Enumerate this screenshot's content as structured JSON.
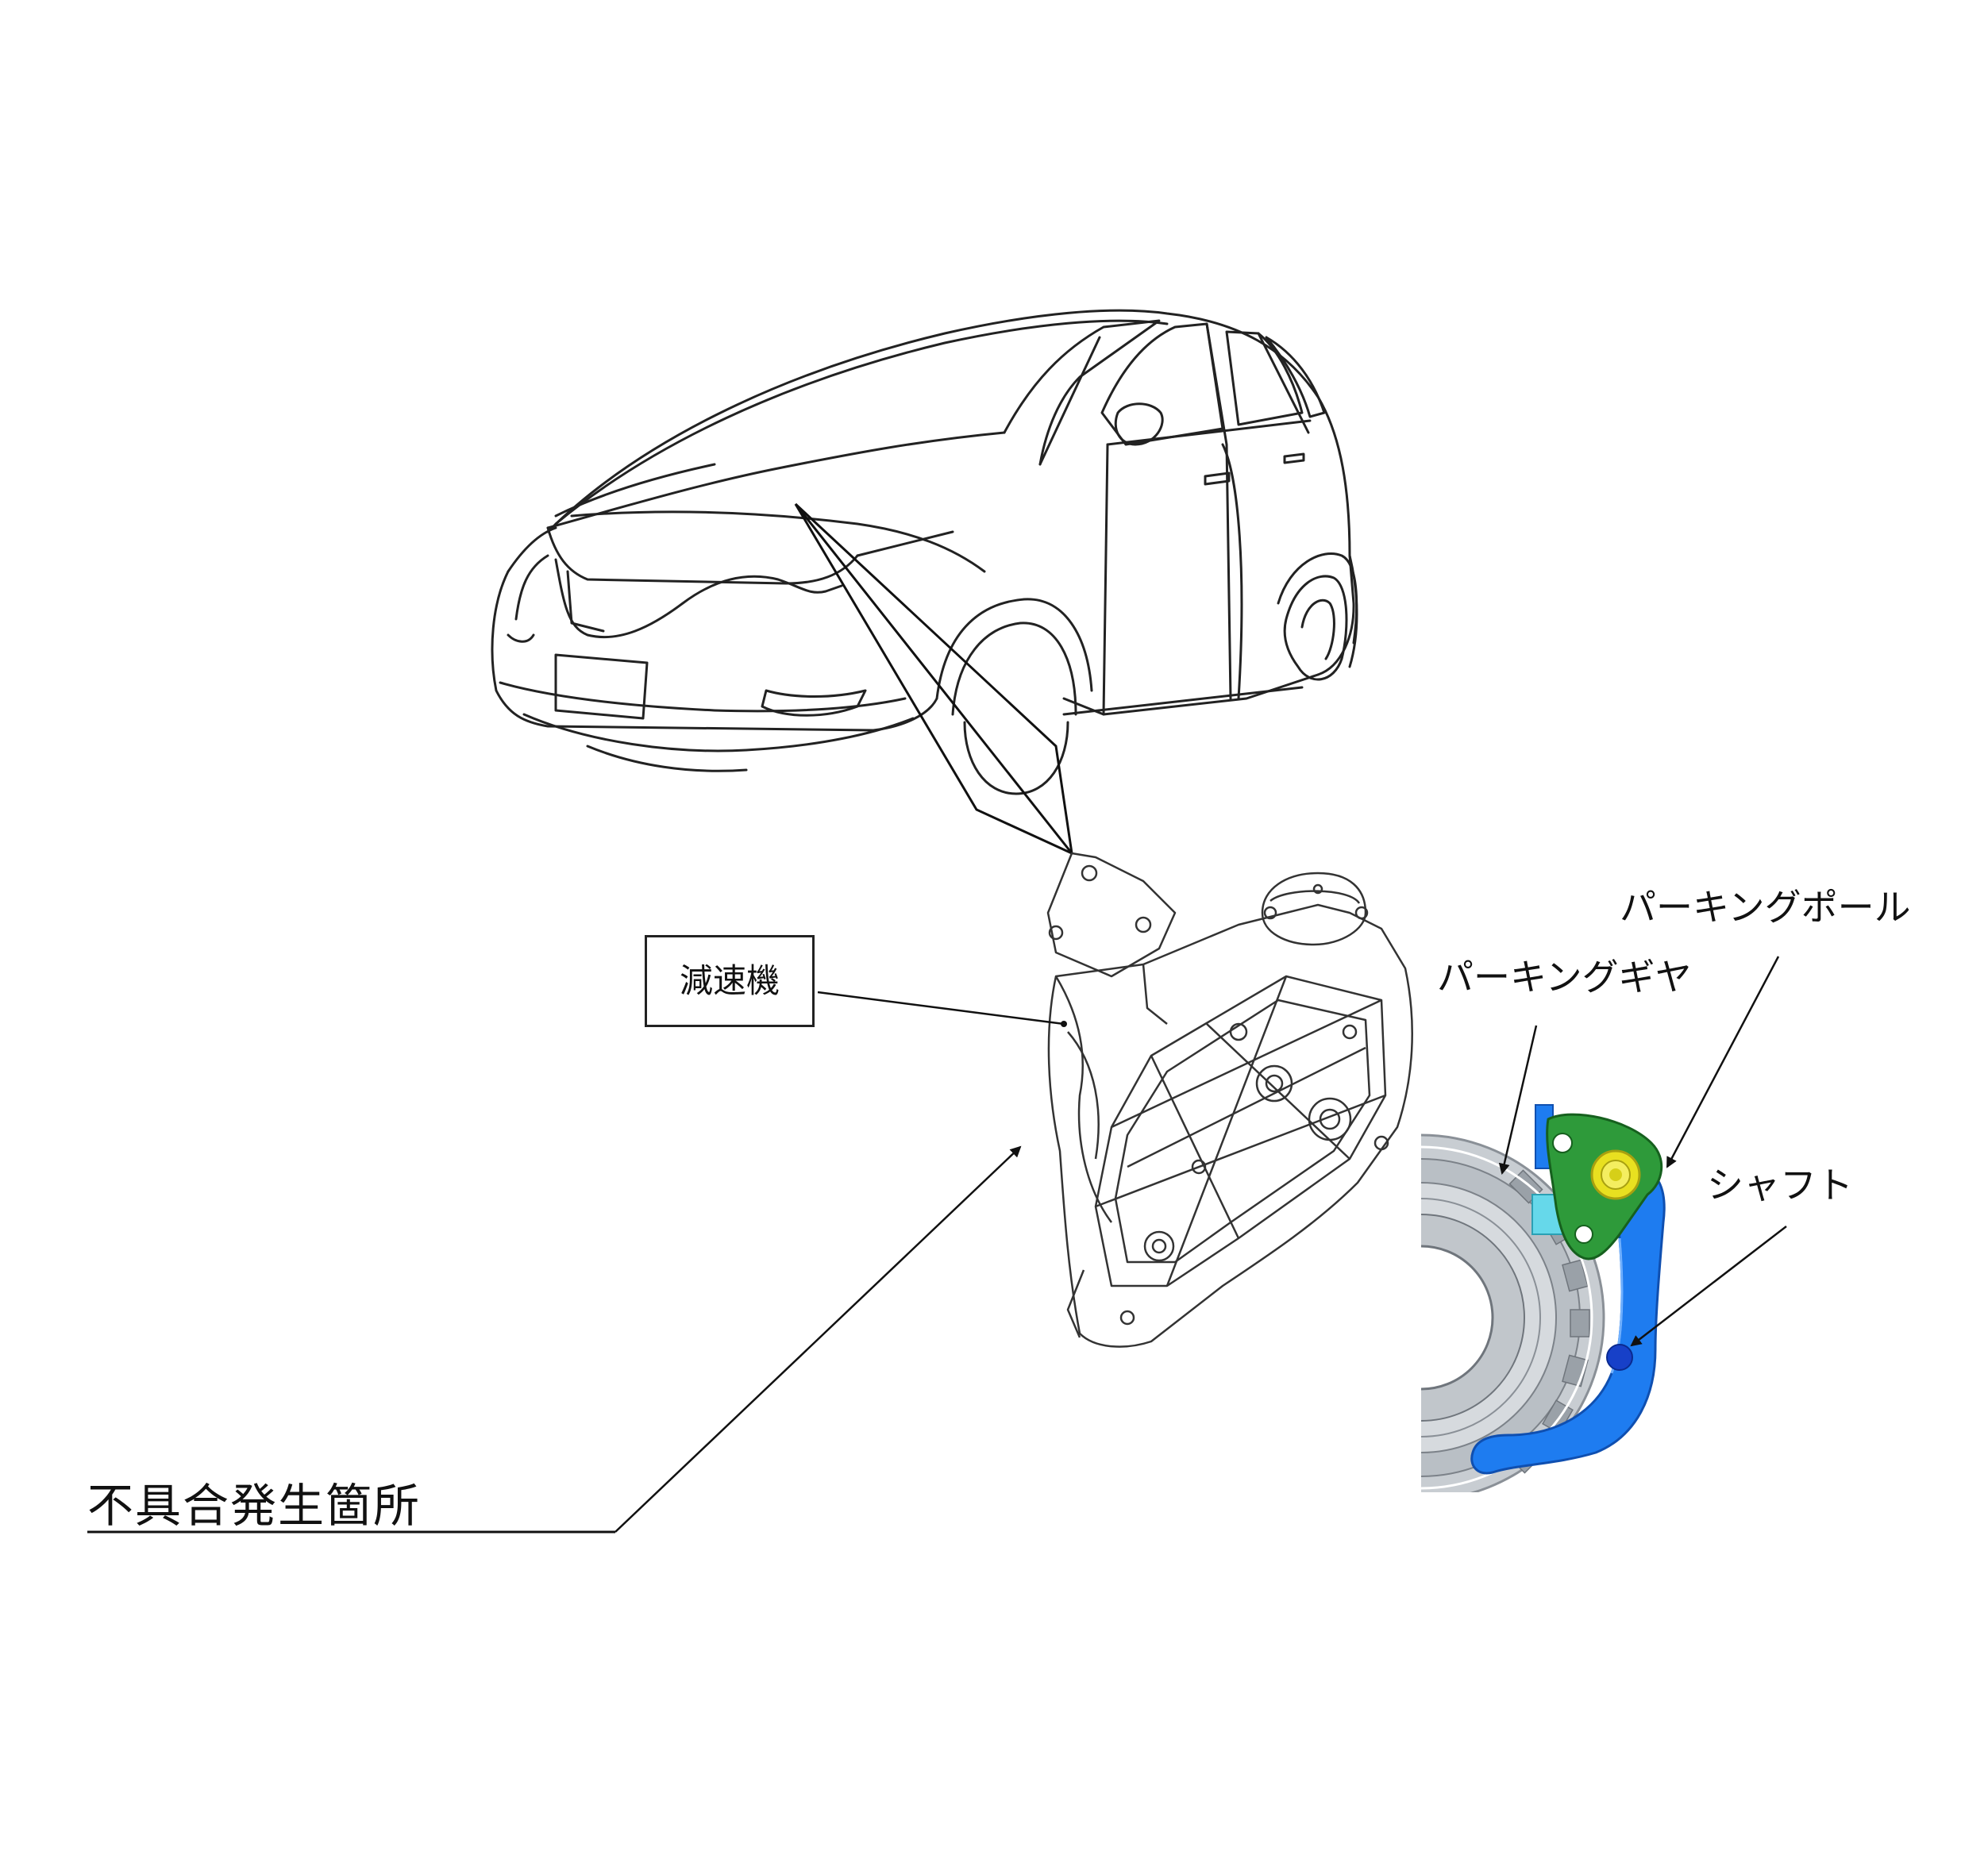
{
  "labels": {
    "reducer": "減速機",
    "defect_location": "不具合発生箇所",
    "parking_pawl": "パーキングポール",
    "parking_gear": "パーキングギヤ",
    "shaft": "シャフト"
  },
  "colors": {
    "line": "#222222",
    "pawl_green": "#2e9a3a",
    "bolt_yellow": "#e8e020",
    "arm_blue": "#1e7cf0",
    "shaft_blue": "#1740c8",
    "gear_gray": "#c8cdd2",
    "cyan_part": "#66d8ea"
  }
}
